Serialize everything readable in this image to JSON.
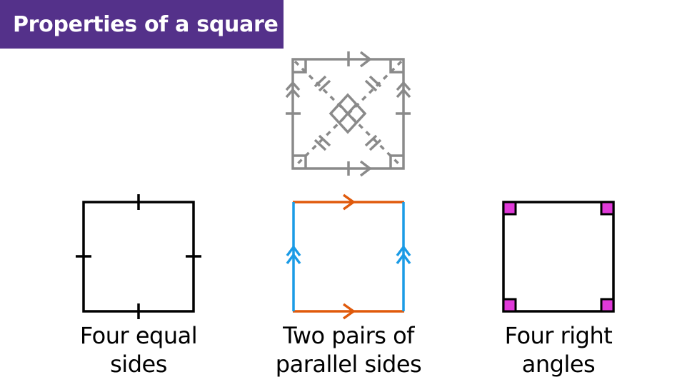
{
  "title": "Properties of a square",
  "colors": {
    "title_bg": "#54318a",
    "title_text": "#ffffff",
    "summary_square": "#8a8a8a",
    "outline": "#000000",
    "parallel_horizontal": "#e05a0c",
    "parallel_vertical": "#1a9be6",
    "right_angle_fill": "#e03ad9"
  },
  "figures": [
    {
      "id": "summary",
      "description": "Square with equal-side ticks, parallel arrows, right angles, bisecting diagonals with perpendicular mark"
    },
    {
      "id": "equal-sides",
      "caption_lines": [
        "Four equal",
        "sides"
      ]
    },
    {
      "id": "parallel-sides",
      "caption_lines": [
        "Two pairs of",
        "parallel sides"
      ]
    },
    {
      "id": "right-angles",
      "caption_lines": [
        "Four right",
        "angles"
      ]
    }
  ]
}
